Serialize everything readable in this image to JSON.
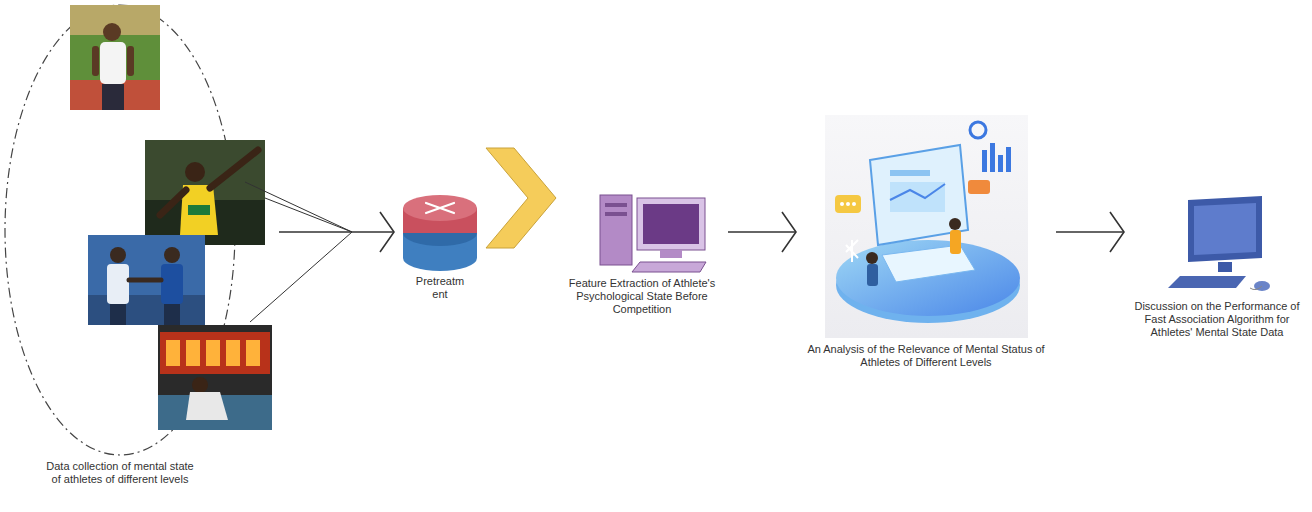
{
  "diagram": {
    "nodes": [
      {
        "text": [
          "Data collection of mental state of athletes of different levels"
        ]
      },
      {
        "text": [
          "Pretreatm ent"
        ]
      },
      {
        "text": [
          "Feature Extraction of Athlete's Psychological State Before Competition"
        ]
      },
      {
        "text": [
          "An Analysis of the Relevance of Mental Status of Athletes of Different Levels"
        ]
      },
      {
        "text": [
          "Discussion on the Performance of Fast Association Algorithm for Athletes' Mental State Data"
        ]
      }
    ],
    "edges": [
      {
        "from": 0,
        "to": 1,
        "arrow": "to"
      },
      {
        "from": 1,
        "to": 2,
        "arrow": "to"
      },
      {
        "from": 2,
        "to": 3,
        "arrow": "to"
      },
      {
        "from": 3,
        "to": 4,
        "arrow": "to"
      }
    ]
  }
}
